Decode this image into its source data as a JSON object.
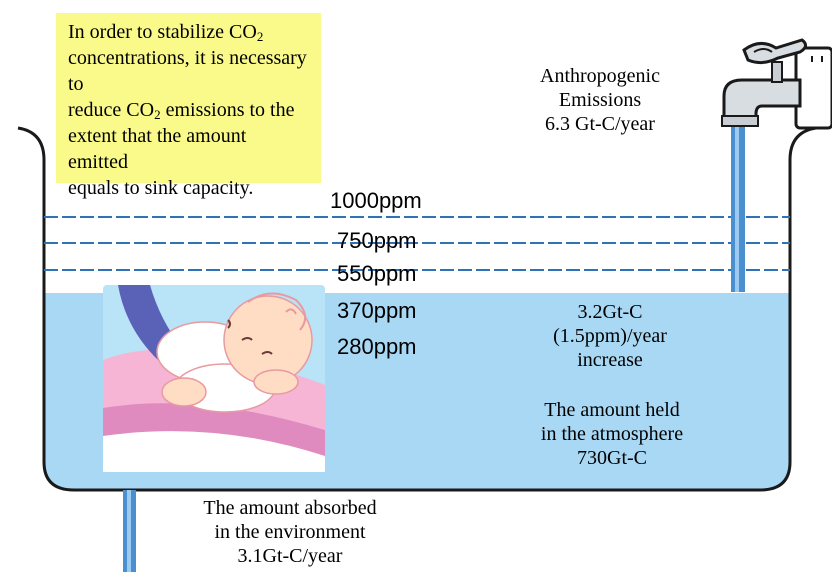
{
  "note": {
    "line1": "In order to stabilize CO",
    "line1_sub": "2",
    "line2": "concentrations, it is necessary to",
    "line3_pre": "reduce CO",
    "line3_sub": "2",
    "line3_post": " emissions to the",
    "line4": "extent that the amount emitted",
    "line5": "equals to sink capacity."
  },
  "emissions": {
    "line1": "Anthropogenic",
    "line2": "Emissions",
    "line3": "6.3 Gt-C/year"
  },
  "levels": {
    "ppm_1000": "1000ppm",
    "ppm_750": "750ppm",
    "ppm_550": "550ppm",
    "ppm_370": "370ppm",
    "ppm_280": "280ppm"
  },
  "increase": {
    "line1": "3.2Gt-C",
    "line2": "(1.5ppm)/year",
    "line3": "increase"
  },
  "held": {
    "line1": "The amount held",
    "line2": "in the atmosphere",
    "line3": "730Gt-C"
  },
  "absorbed": {
    "line1": "The amount absorbed",
    "line2": "in the environment",
    "line3": "3.1Gt-C/year"
  },
  "colors": {
    "water": "#a8d8f4",
    "stream": "#4a8fd0",
    "note_bg": "#fafa8a",
    "dashed_line": "#2f72b8"
  }
}
